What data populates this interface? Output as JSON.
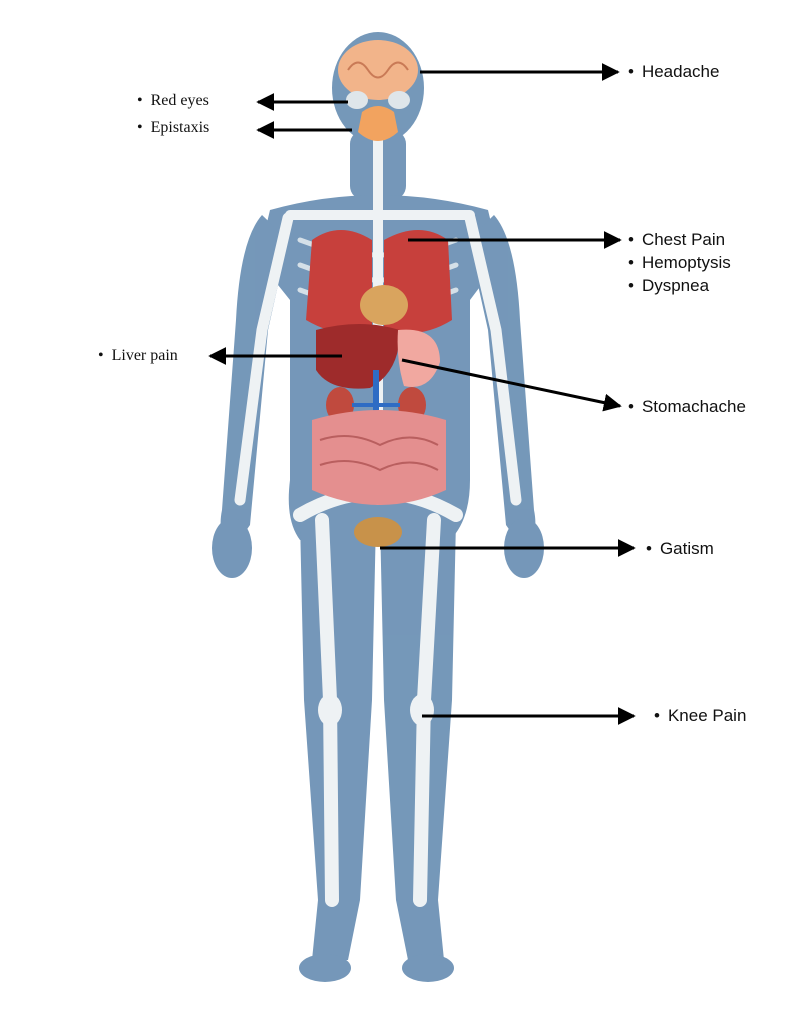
{
  "bullet": "•",
  "labels": {
    "headache": "Headache",
    "red_eyes": "Red eyes",
    "epistaxis": "Epistaxis",
    "chest_pain": "Chest Pain",
    "hemoptysis": "Hemoptysis",
    "dyspnea": "Dyspnea",
    "liver_pain": "Liver pain",
    "stomachache": "Stomachache",
    "gatism": "Gatism",
    "knee_pain": "Knee Pain"
  },
  "colors": {
    "body_silhouette": "#5d86ad",
    "bone": "#eef2f4",
    "brain": "#f2b48a",
    "lung": "#c7403c",
    "liver": "#9e2b2b",
    "stomach": "#f1a8a0",
    "intestine": "#e48f8f",
    "kidney": "#c04a3e",
    "vessel": "#2e6cc4",
    "bladder": "#c8924a",
    "arrow": "#000000"
  }
}
